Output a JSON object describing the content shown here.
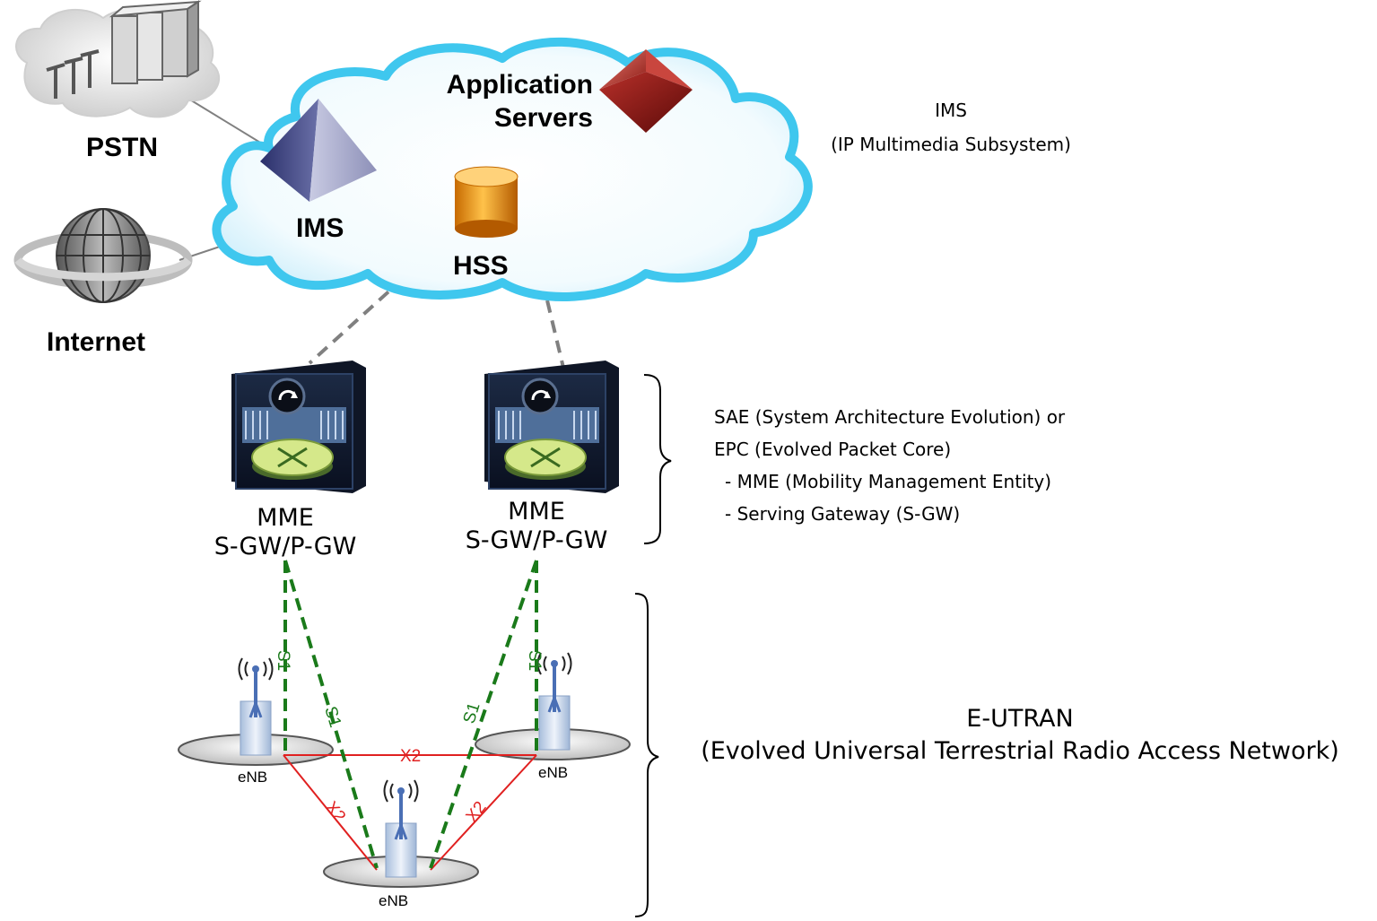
{
  "labels": {
    "pstn": "PSTN",
    "internet": "Internet",
    "app_servers_1": "Application",
    "app_servers_2": "Servers",
    "ims": "IMS",
    "hss": "HSS",
    "mme_left_1": "MME",
    "mme_left_2": "S-GW/P-GW",
    "mme_right_1": "MME",
    "mme_right_2": "S-GW/P-GW",
    "enb_left": "eNB",
    "enb_right": "eNB",
    "enb_bottom": "eNB"
  },
  "links": {
    "s1": "S1",
    "x2": "X2"
  },
  "descriptions": {
    "ims_line1": "IMS",
    "ims_line2": "(IP Multimedia Subsystem)",
    "epc_line1": "SAE (System Architecture Evolution) or",
    "epc_line2": "EPC (Evolved Packet Core)",
    "epc_line3": "-  MME (Mobility Management Entity)",
    "epc_line4": "-  Serving Gateway (S-GW)",
    "eutran_line1": "E-UTRAN",
    "eutran_line2": "(Evolved Universal Terrestrial Radio Access Network)"
  },
  "colors": {
    "s1_link": "#1a7a1a",
    "x2_link": "#e02020",
    "cloud_outline": "#3fc7ee",
    "backhaul": "#808080"
  }
}
